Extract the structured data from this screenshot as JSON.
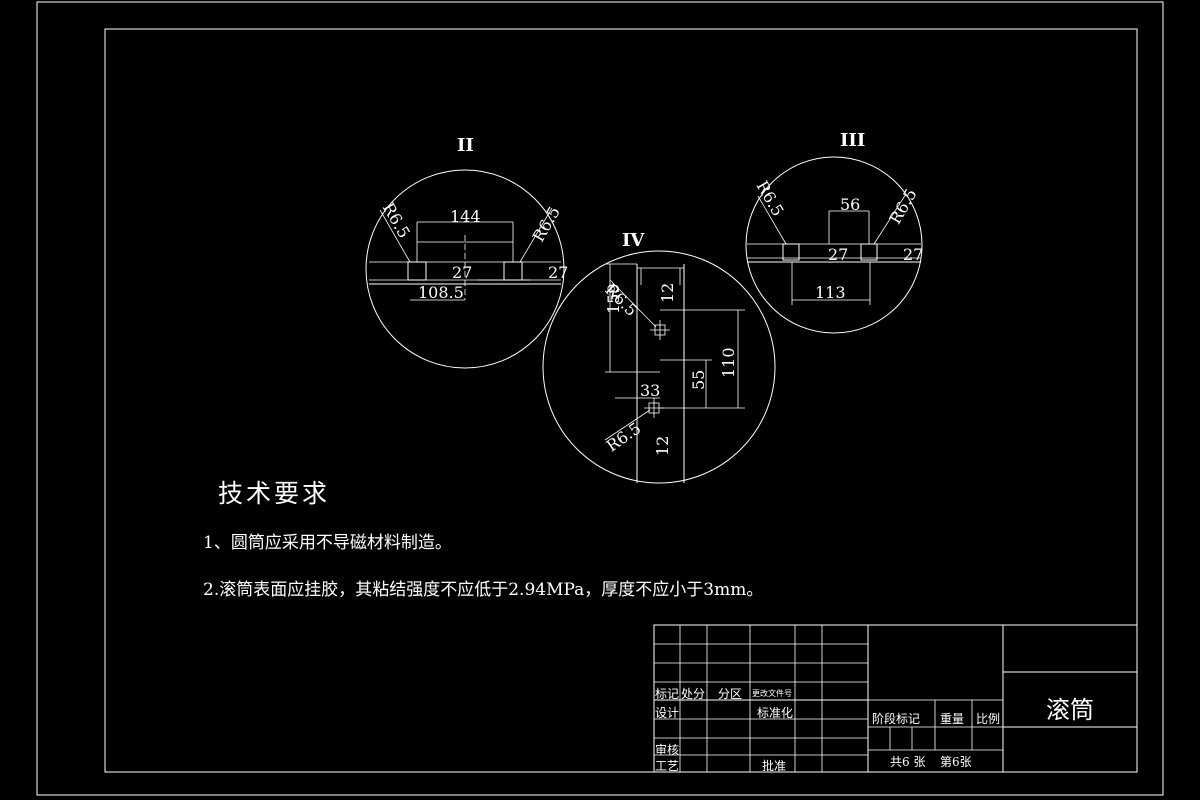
{
  "views": {
    "ii": {
      "label": "II",
      "dims": {
        "width": "144",
        "radius_left": "R6.5",
        "radius_right": "R6.5",
        "gap_left": "27",
        "gap_right": "27",
        "offset": "108.5"
      }
    },
    "iii": {
      "label": "III",
      "dims": {
        "width": "56",
        "radius_left": "R6.5",
        "radius_right": "R6.5",
        "gap_left": "27",
        "gap_right": "27",
        "span": "113"
      }
    },
    "iv": {
      "label": "IV",
      "dims": {
        "height_total": "159",
        "radius_top": "R6.5",
        "radius_bottom": "R6.5",
        "top_gap": "12",
        "bottom_gap": "12",
        "spacing": "110",
        "vertical_55": "55",
        "horizontal_33": "33"
      }
    }
  },
  "requirements": {
    "title": "技术要求",
    "items": [
      "1、圆筒应采用不导磁材料制造。",
      "2.滚筒表面应挂胶，其粘结强度不应低于2.94MPa，厚度不应小于3mm。"
    ]
  },
  "title_block": {
    "mark": "标记",
    "count": "处分",
    "zone": "分区",
    "doc_no": "更改文件号",
    "design": "设计",
    "standardize": "标准化",
    "stage_mark": "阶段标记",
    "weight": "重量",
    "scale": "比例",
    "check": "审核",
    "process": "工艺",
    "approve": "批准",
    "total_sheets": "共6 张",
    "sheet_no": "第6张",
    "drawing_name": "滚筒"
  }
}
